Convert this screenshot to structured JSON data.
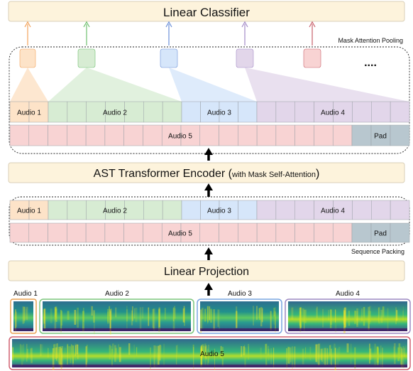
{
  "classifier": {
    "label": "Linear Classifier"
  },
  "mask_attention_pooling": {
    "label": "Mask Attention Pooling"
  },
  "ellipsis": "....",
  "encoder": {
    "main": "AST Transformer Encoder (",
    "sub": "with Mask Self-Attention",
    "close": ")"
  },
  "sequence_packing": {
    "label": "Sequence Packing"
  },
  "projection": {
    "label": "Linear Projection"
  },
  "audio_labels": {
    "a1": "Audio 1",
    "a2": "Audio 2",
    "a3": "Audio 3",
    "a4": "Audio 4",
    "a5": "Audio 5",
    "pad": "Pad"
  },
  "colors": {
    "audio1": "#fde3c8",
    "audio2": "#d7ecd3",
    "audio3": "#d6e6fa",
    "audio4": "#e2d6ea",
    "audio5": "#f8d3d3",
    "pad": "#b8c7cf",
    "box": "#fdf3dc",
    "arrow1": "#f2a25a",
    "arrow2": "#6fc06f",
    "arrow3": "#6a8fd8",
    "arrow4": "#a38ac7",
    "arrow5": "#c9606c"
  }
}
